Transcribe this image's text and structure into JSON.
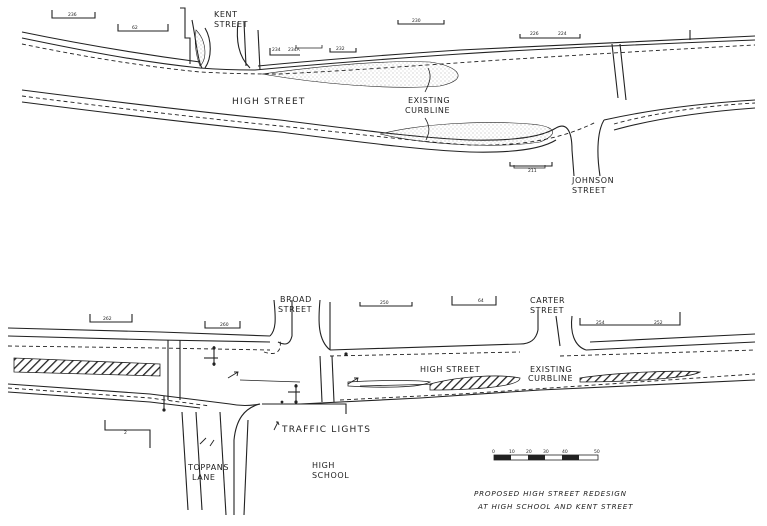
{
  "colors": {
    "ink": "#222222",
    "stipple": "#9a9a9a",
    "paper": "#ffffff"
  },
  "upper_plan": {
    "labels": {
      "kent_street_line1": "KENT",
      "kent_street_line2": "STREET",
      "high_street": "HIGH STREET",
      "existing_curbline_line1": "EXISTING",
      "existing_curbline_line2": "CURBLINE",
      "johnson_street_line1": "JOHNSON",
      "johnson_street_line2": "STREET"
    },
    "lot_numbers": {
      "lot_a": "236",
      "lot_b": "62",
      "lot_c": "230",
      "lot_d": "234",
      "lot_e": "234A",
      "lot_f": "232",
      "lot_g": "226",
      "lot_h": "224",
      "lot_i": "211"
    }
  },
  "lower_plan": {
    "labels": {
      "broad_street_line1": "BROAD",
      "broad_street_line2": "STREET",
      "carter_street_line1": "CARTER",
      "carter_street_line2": "STREET",
      "high_street": "HIGH STREET",
      "existing_curbline_line1": "EXISTING",
      "existing_curbline_line2": "CURBLINE",
      "traffic_lights": "TRAFFIC LIGHTS",
      "toppans_lane_line1": "TOPPANS",
      "toppans_lane_line2": "LANE",
      "high_school_line1": "HIGH",
      "high_school_line2": "SCHOOL"
    },
    "lot_numbers": {
      "lot_a": "262",
      "lot_b": "260",
      "lot_c": "250",
      "lot_d": "64",
      "lot_e": "254",
      "lot_f": "252",
      "lot_g": "2"
    }
  },
  "scale_bar": {
    "ticks": [
      "0",
      "10",
      "20",
      "30",
      "40",
      "50"
    ]
  },
  "caption": {
    "line1": "PROPOSED HIGH STREET REDESIGN",
    "line2": "AT HIGH SCHOOL AND KENT STREET"
  }
}
